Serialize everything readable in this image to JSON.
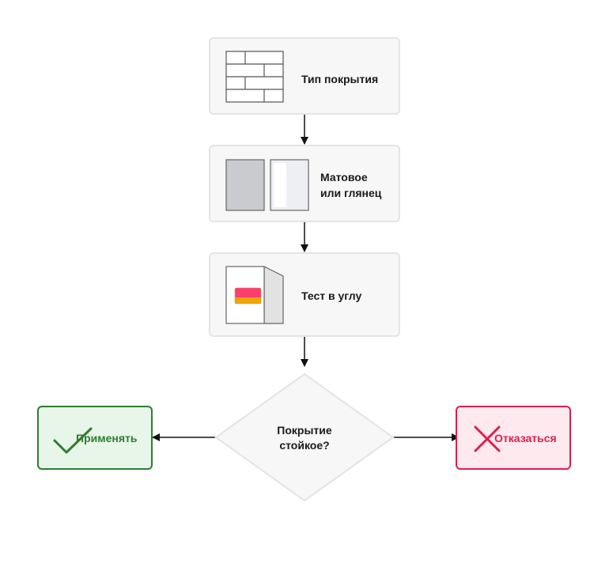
{
  "diagram": {
    "steps": [
      {
        "label": "Тип покрытия",
        "icon": "brick-wall-icon"
      },
      {
        "label": "Матовое\nили глянец",
        "icon": "matte-glossy-panels-icon"
      },
      {
        "label": "Тест в углу",
        "icon": "corner-test-sample-icon"
      }
    ],
    "decision": {
      "label": "Покрытие\nстойкое?"
    },
    "outcomes": {
      "yes": {
        "label": "Применять",
        "icon": "checkmark-icon",
        "color": "#2e7d32",
        "background": "#e8f5e9"
      },
      "no": {
        "label": "Отказаться",
        "icon": "cross-icon",
        "color": "#dc1f4f",
        "background": "#fde9ee"
      }
    },
    "colors": {
      "box_background": "#f7f7f7",
      "box_border": "#e4e4e4",
      "arrow": "#111111",
      "swatch_top": "#ff3d6e",
      "swatch_bottom": "#f0a500"
    }
  }
}
